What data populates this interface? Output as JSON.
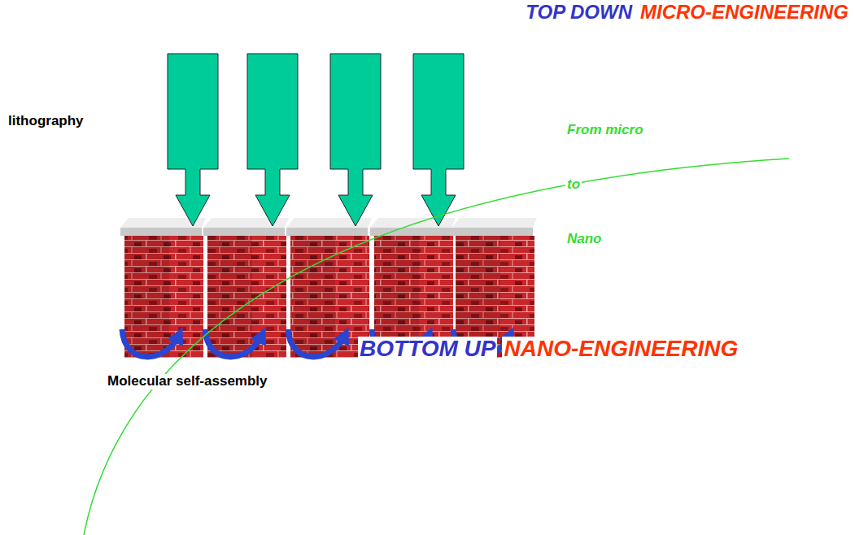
{
  "diagram": {
    "labels": [
      "TOP DOWN",
      "MICRO-ENGINEERING",
      "lithography",
      "From micro",
      "to",
      "Nano",
      "BOTTOM UP",
      "NANO-ENGINEERING",
      "Molecular self-assembly"
    ]
  }
}
